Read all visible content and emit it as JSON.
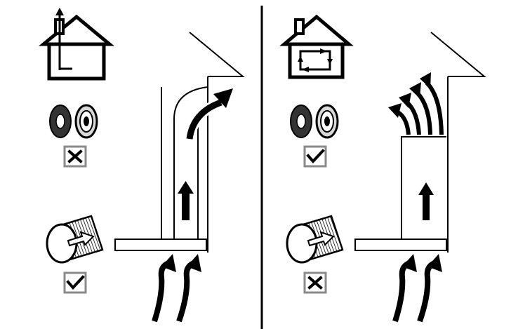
{
  "colors": {
    "ink": "#000000",
    "paper": "#ffffff",
    "frame": "#8a8a8a",
    "carbon": "#333333",
    "filter_light": "#d8d8d8"
  },
  "panels": [
    {
      "mode": "ducted-extraction",
      "house_icon": "house-vent-up-icon",
      "carbon_filter_status": "cross",
      "duct_status": "check"
    },
    {
      "mode": "recirculation",
      "house_icon": "house-recirculate-icon",
      "carbon_filter_status": "check",
      "duct_status": "cross"
    }
  ]
}
